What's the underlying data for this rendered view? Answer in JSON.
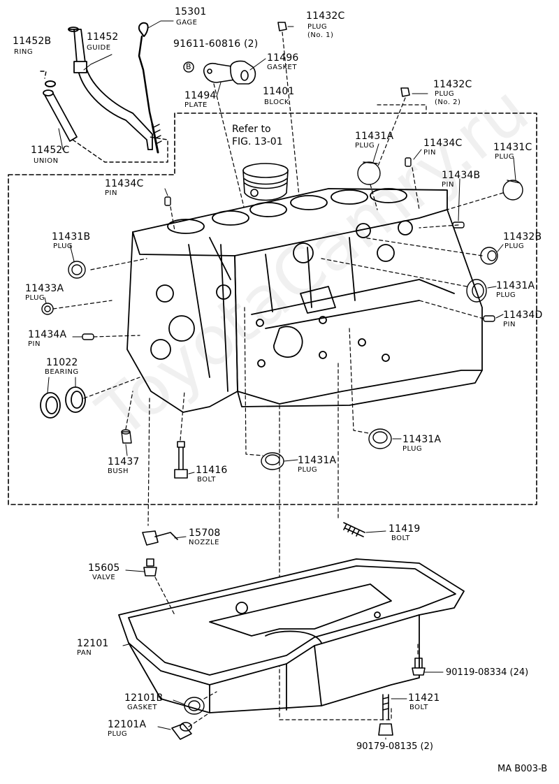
{
  "diagram": {
    "watermark": "ToyotaCamry.ru",
    "reference": {
      "line1": "Refer to",
      "line2": "FIG. 13-01"
    },
    "code": "MA  B003-B",
    "parts": [
      {
        "id": "p15301",
        "number": "15301",
        "name": "GAGE"
      },
      {
        "id": "p11452",
        "number": "11452",
        "name": "GUIDE"
      },
      {
        "id": "p11452B",
        "number": "11452B",
        "name": "RING"
      },
      {
        "id": "p11452C",
        "number": "11452C",
        "name": "UNION"
      },
      {
        "id": "p91611",
        "number": "91611-60816 (2)",
        "name": "B"
      },
      {
        "id": "p11496",
        "number": "11496",
        "name": "GASKET"
      },
      {
        "id": "p11494",
        "number": "11494",
        "name": "PLATE"
      },
      {
        "id": "p11401",
        "number": "11401",
        "name": "BLOCK"
      },
      {
        "id": "p11432C1",
        "number": "11432C",
        "name": "PLUG",
        "note": "(No. 1)"
      },
      {
        "id": "p11432C2",
        "number": "11432C",
        "name": "PLUG",
        "note": "(No. 2)"
      },
      {
        "id": "p11431A_top",
        "number": "11431A",
        "name": "PLUG"
      },
      {
        "id": "p11434C_top",
        "number": "11434C",
        "name": "PIN"
      },
      {
        "id": "p11431C",
        "number": "11431C",
        "name": "PLUG"
      },
      {
        "id": "p11434C_left",
        "number": "11434C",
        "name": "PIN"
      },
      {
        "id": "p11434B",
        "number": "11434B",
        "name": "PIN"
      },
      {
        "id": "p11431B",
        "number": "11431B",
        "name": "PLUG"
      },
      {
        "id": "p11432B",
        "number": "11432B",
        "name": "PLUG"
      },
      {
        "id": "p11433A",
        "number": "11433A",
        "name": "PLUG"
      },
      {
        "id": "p11431A_r",
        "number": "11431A",
        "name": "PLUG"
      },
      {
        "id": "p11434A",
        "number": "11434A",
        "name": "PIN"
      },
      {
        "id": "p11434D",
        "number": "11434D",
        "name": "PIN"
      },
      {
        "id": "p11022",
        "number": "11022",
        "name": "BEARING"
      },
      {
        "id": "p11431A_low",
        "number": "11431A",
        "name": "PLUG"
      },
      {
        "id": "p11437",
        "number": "11437",
        "name": "BUSH"
      },
      {
        "id": "p11416",
        "number": "11416",
        "name": "BOLT"
      },
      {
        "id": "p11431A_mid",
        "number": "11431A",
        "name": "PLUG"
      },
      {
        "id": "p11419",
        "number": "11419",
        "name": "BOLT"
      },
      {
        "id": "p15708",
        "number": "15708",
        "name": "NOZZLE"
      },
      {
        "id": "p15605",
        "number": "15605",
        "name": "VALVE"
      },
      {
        "id": "p12101",
        "number": "12101",
        "name": "PAN"
      },
      {
        "id": "p90119",
        "number": "90119-08334 (24)",
        "name": ""
      },
      {
        "id": "p12101B",
        "number": "12101B",
        "name": "GASKET"
      },
      {
        "id": "p11421",
        "number": "11421",
        "name": "BOLT"
      },
      {
        "id": "p12101A",
        "number": "12101A",
        "name": "PLUG"
      },
      {
        "id": "p90179",
        "number": "90179-08135 (2)",
        "name": ""
      }
    ]
  }
}
